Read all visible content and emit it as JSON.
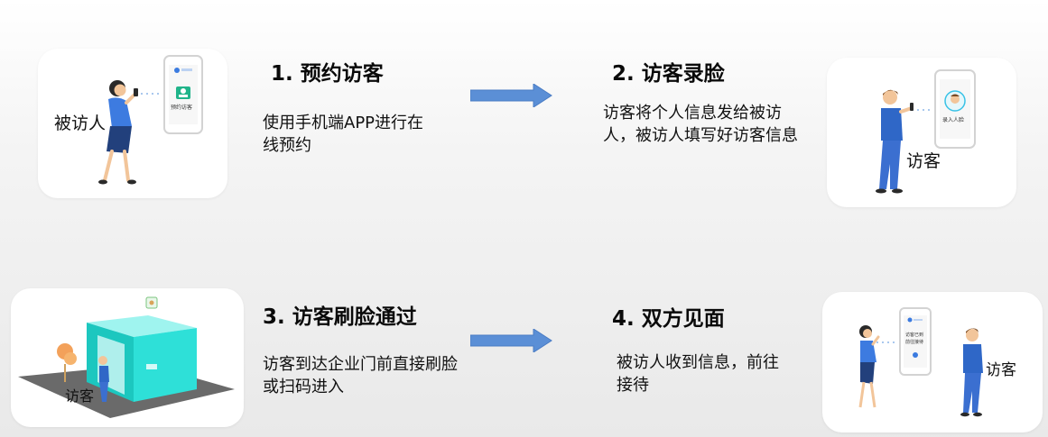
{
  "colors": {
    "arrow": "#5b8fd6",
    "app_green": "#20b48a",
    "phone_blue": "#3b7be0",
    "skin": "#f2c59a",
    "hair": "#2a2a2a",
    "shirt_blue": "#2f67c7",
    "pants_navy": "#22407c",
    "booth_teal": "#2ee0d8"
  },
  "steps": [
    {
      "title": "1. 预约访客",
      "desc": "使用手机端APP进行在线预约",
      "card_label": "被访人",
      "phone_text": "预约访客"
    },
    {
      "title": "2. 访客录脸",
      "desc": "访客将个人信息发给被访人，被访人填写好访客信息",
      "card_label": "访客",
      "phone_text": "录入人脸"
    },
    {
      "title": "3. 访客刷脸通过",
      "desc": "访客到达企业门前直接刷脸或扫码进入",
      "card_label": "访客"
    },
    {
      "title": "4. 双方见面",
      "desc": "被访人收到信息，前往接待",
      "card_label": "访客",
      "phone_text_1": "访客已到",
      "phone_text_2": "前往接待"
    }
  ]
}
